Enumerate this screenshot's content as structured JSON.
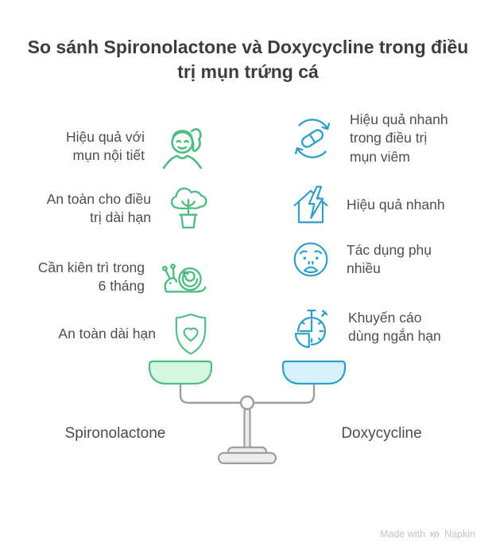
{
  "title": "So sánh Spironolactone và Doxycycline trong điều\ntrị mụn trứng cá",
  "colors": {
    "green_accent": "#4FBD83",
    "green_pan_fill": "#D5F6E1",
    "blue_accent": "#2E9FC9",
    "blue_pan_fill": "#D6F1FB",
    "item_text": "#4D4E50",
    "title_text": "#3C3D40",
    "stand_gray": "#9E9E9E",
    "watermark_gray": "#C2C6CA"
  },
  "left": {
    "label": "Spironolactone",
    "items": [
      {
        "label": "Hiệu quả với\nmụn nội tiết",
        "icon": "woman-face-icon"
      },
      {
        "label": "An toàn cho điều\ntrị dài hạn",
        "icon": "potted-plant-icon"
      },
      {
        "label": "Cần kiên trì trong\n6 tháng",
        "icon": "snail-icon"
      },
      {
        "label": "An toàn dài hạn",
        "icon": "shield-heart-icon"
      }
    ]
  },
  "right": {
    "label": "Doxycycline",
    "items": [
      {
        "label": "Hiệu quả nhanh\ntrong điều trị\nmụn viêm",
        "icon": "pill-refresh-icon"
      },
      {
        "label": "Hiệu quả nhanh",
        "icon": "house-lightning-icon"
      },
      {
        "label": "Tác dụng phụ\nnhiều",
        "icon": "worried-face-icon"
      },
      {
        "label": "Khuyến cáo\ndùng ngắn hạn",
        "icon": "stopwatch-icon"
      }
    ]
  },
  "watermark": {
    "prefix": "Made with",
    "brand": "Napkin"
  }
}
